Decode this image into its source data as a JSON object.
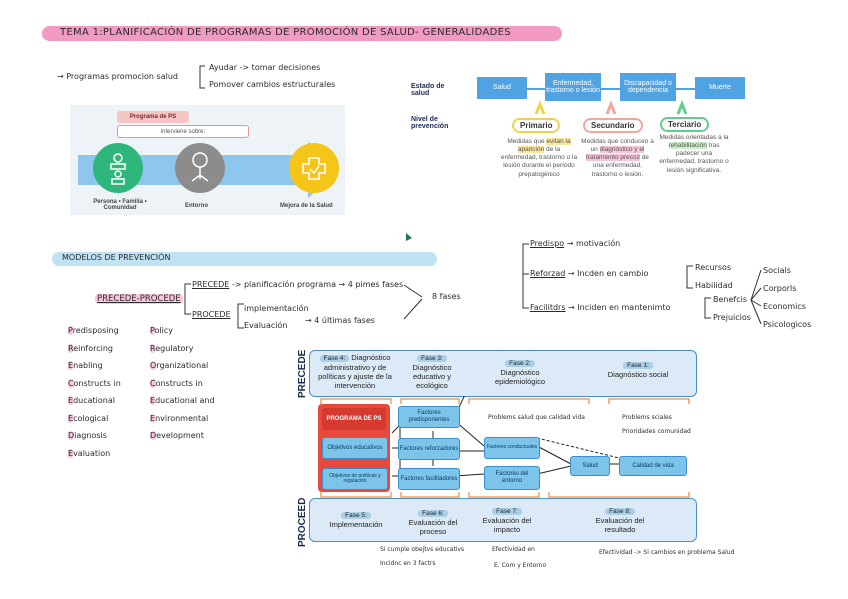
{
  "title": "TEMA 1:PLANIFICACIÓN DE PROGRAMAS DE PROMOCIÓN DE SALUD- GENERALIDADES",
  "intro": {
    "term": "Programas promocion salud",
    "items": [
      "Ayudar -> tomar decisiones",
      "Pomover cambios estructurales"
    ]
  },
  "ps_figure": {
    "program_label": "Programa de PS",
    "intervene_label": "interviene sobre:",
    "nodes": [
      {
        "label": "Persona • Familia • Comunidad",
        "color": "#2eb67d",
        "icon": "people-icon"
      },
      {
        "label": "Entorno",
        "color": "#8c8c8c",
        "icon": "tree-icon"
      },
      {
        "label": "Mejora de la Salud",
        "color": "#f5c518",
        "icon": "heart-cross-icon"
      }
    ],
    "arrow_color": "#8fc6ee"
  },
  "prevention_figure": {
    "row1_label": "Estado de salud",
    "row2_label": "Nivel de prevención",
    "states": [
      "Salud",
      "Enfermedad, trastorno o lesión",
      "Discapacidad o dependencia",
      "Muerte"
    ],
    "levels": [
      {
        "name": "Primario",
        "color": "#f2d14a",
        "desc_parts": [
          "Medidas que ",
          "evitan la aparición",
          " de la enfermedad, trastorno o la lesión durante el período prepatogénico"
        ]
      },
      {
        "name": "Secundario",
        "color": "#f2a6a0",
        "desc_parts": [
          "Medidas que conducen a un ",
          "diagnóstico y el tratamiento precoz",
          " de una enfermedad, trastorno o lesión."
        ]
      },
      {
        "name": "Terciario",
        "color": "#5fce8a",
        "desc_parts": [
          "Medidas orientadas a la ",
          "rehabilitación",
          " tras padecer una enfermedad, trastorno o lesión significativa."
        ]
      }
    ]
  },
  "models": {
    "header": "MODELOS DE PREVENCIÓN",
    "main": "PRECEDE-PROCEDE",
    "precede": "PRECEDE",
    "precede_text": "-> planificación programa → 4 pimes fases",
    "proceed": "PROCEDE",
    "proceed_items": [
      "implementación",
      "Evaluación"
    ],
    "proceed_text": "→ 4 últimas fases",
    "total": "8 fases",
    "precede_list": [
      "Predisposing",
      "Reinforcing",
      "Enabling",
      "Constructs in",
      "Educational",
      "Ecological",
      "Diagnosis",
      "Evaluation"
    ],
    "proceed_list": [
      "Policy",
      "Regulatory",
      "Organizational",
      "Constructs in",
      "Educational and",
      "Environmental",
      "Development"
    ]
  },
  "factors": {
    "predispo": "Predispo",
    "predispo_to": "motivación",
    "reforzad": "Reforzad",
    "reforzad_to": "Incden en cambio",
    "reforzad_items": [
      "Recursos",
      "Habilidad"
    ],
    "facilitadores": "Facilitdrs",
    "facilitadores_to": "Inciden en mantenimto",
    "fac_items": [
      "Benefcis",
      "Prejuicios"
    ],
    "benef_items": [
      "Socials",
      "Corporls",
      "Economics",
      "Psicologicos"
    ]
  },
  "diagram": {
    "side_top": "PRECEDE",
    "side_bottom": "PROCEED",
    "top_phases": [
      {
        "pill": "Fase 4:",
        "title": "Diagnóstico administrativo y de políticas y ajuste de la intervención"
      },
      {
        "pill": "Fase 3:",
        "title": "Diagnóstico educativo y ecológico"
      },
      {
        "pill": "Fase 2:",
        "title": "Diagnóstico epidemiológico"
      },
      {
        "pill": "Fase 1:",
        "title": "Diagnóstico social"
      }
    ],
    "bottom_phases": [
      {
        "pill": "Fase 5:",
        "title": "Implementación"
      },
      {
        "pill": "Fase 6:",
        "title": "Evaluación del proceso"
      },
      {
        "pill": "Fase 7:",
        "title": "Evaluación del impacto"
      },
      {
        "pill": "Fase 8:",
        "title": "Evaluación del resultado"
      }
    ],
    "program_box": "PROGRAMA DE PS",
    "objectives_box": "Objetivos educativos",
    "policies_box": "Objetivos de políticas y regulación",
    "factors_boxes": [
      "Factores predisponentes",
      "Factores reforzadores",
      "Factores facilitadores"
    ],
    "behaviour_box": "Factores conductuales",
    "environment_box": "Factores del entorno",
    "health_box": "Salud",
    "quality_box": "Calidad de vida",
    "notes": {
      "f2": "Problems salud que   calidad vida",
      "f1a": "Problems sciales",
      "f1b": "Prioridades comunidad",
      "f6a": "Si cumple obejtvs educativs",
      "f6b": "Incidnc en 3 factrs",
      "f7a": "Efectividad en",
      "f7b": "E. Com y Entorno",
      "f8": "Efectividad -> Si cambios en problema Salud"
    }
  }
}
